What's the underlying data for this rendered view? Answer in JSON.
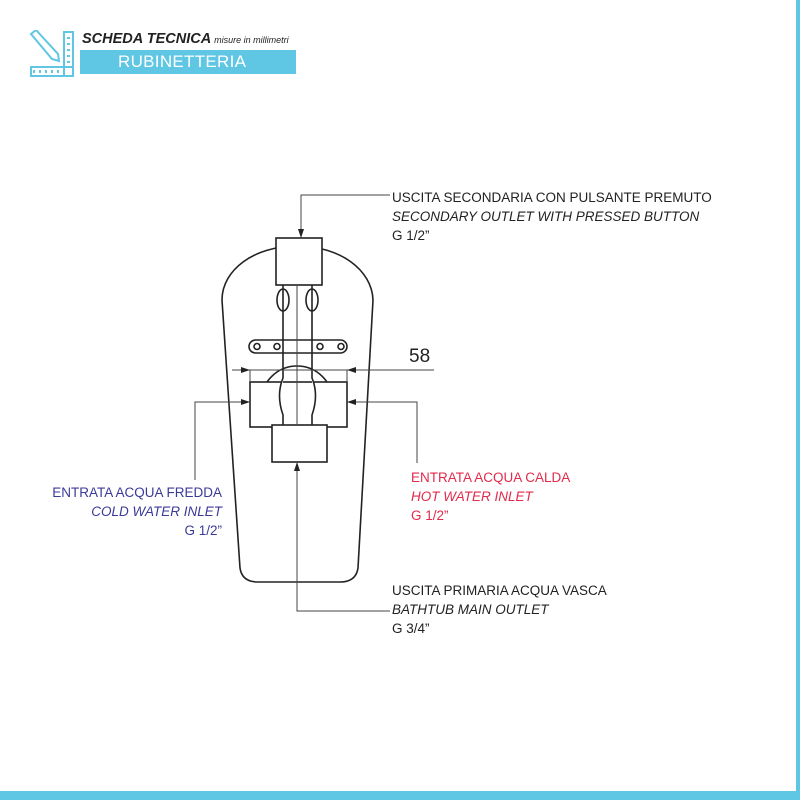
{
  "header": {
    "title": "SCHEDA TECNICA",
    "subtitle": "misure in millimetri",
    "category": "RUBINETTERIA"
  },
  "labels": {
    "secondary_outlet": {
      "it": "USCITA SECONDARIA CON PULSANTE PREMUTO",
      "en": "SECONDARY OUTLET WITH PRESSED BUTTON",
      "size": "G 1/2”"
    },
    "cold_inlet": {
      "it": "ENTRATA ACQUA FREDDA",
      "en": "COLD WATER INLET",
      "size": "G 1/2”"
    },
    "hot_inlet": {
      "it": "ENTRATA ACQUA CALDA",
      "en": "HOT WATER INLET",
      "size": "G 1/2”"
    },
    "main_outlet": {
      "it": "USCITA PRIMARIA ACQUA VASCA",
      "en": "BATHTUB MAIN OUTLET",
      "size": "G 3/4”"
    }
  },
  "dimension": "58",
  "colors": {
    "accent": "#5fc6e3",
    "cold": "#3b3a98",
    "hot": "#e12a4c"
  }
}
